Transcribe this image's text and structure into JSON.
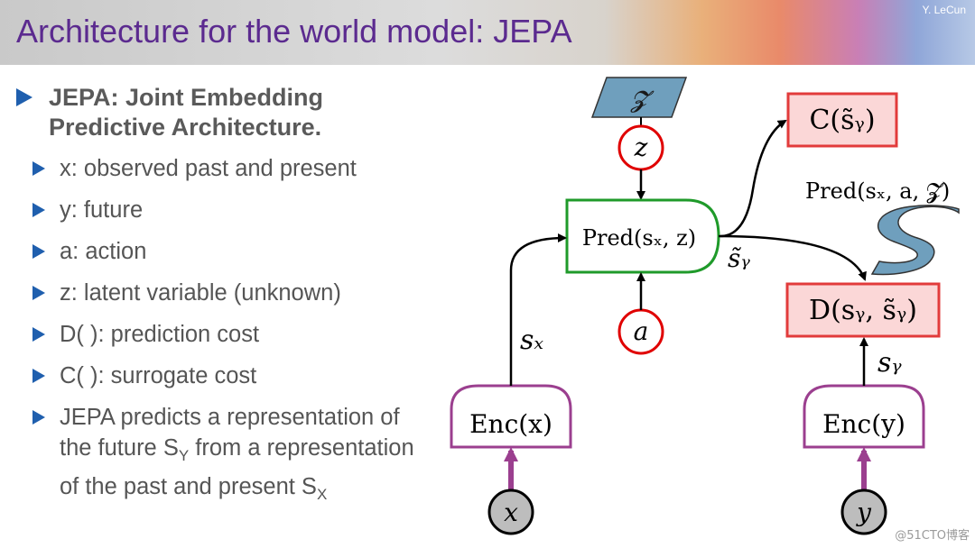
{
  "header": {
    "title": "Architecture for the world model: JEPA",
    "author": "Y. LeCun"
  },
  "bullets": {
    "main": "JEPA: Joint Embedding Predictive Architecture.",
    "items": [
      "x: observed past and present",
      "y: future",
      "a: action",
      "z: latent variable (unknown)",
      "D( ): prediction cost",
      "C( ): surrogate cost"
    ],
    "last_part1": "JEPA predicts a representation of the future S",
    "last_sub1": "Y",
    "last_part2": " from a representation of the past and present S",
    "last_sub2": "X"
  },
  "diagram": {
    "z_set": "𝓩",
    "z_node": "z",
    "a_node": "a",
    "x_node": "x",
    "y_node": "y",
    "pred_box": "Pred(sₓ, z)",
    "enc_x": "Enc(x)",
    "enc_y": "Enc(y)",
    "cost_c": "C(s̃ᵧ)",
    "cost_d": "D(sᵧ, s̃ᵧ)",
    "pred_label": "Pred(sₓ, a, 𝓩)",
    "s_x_label": "sₓ",
    "s_y_label": "sᵧ",
    "s_tilde_label": "s̃ᵧ",
    "colors": {
      "pred_border": "#1f9a2a",
      "enc_border": "#9b3f8f",
      "cost_border": "#e23b3b",
      "cost_fill": "#fbd7d7",
      "node_border": "#e00000",
      "set_fill": "#6f9fbd",
      "input_fill": "#bdbdbd",
      "input_arrow": "#9b3f8f"
    }
  },
  "watermark": "@51CTO博客"
}
